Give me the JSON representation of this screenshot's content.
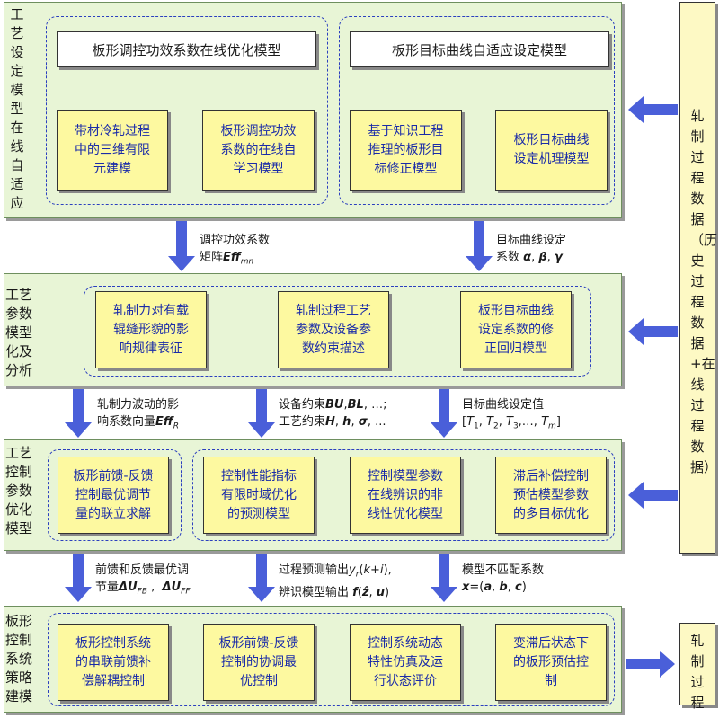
{
  "panels": {
    "panel1": {
      "label": "工艺设定模型在线自适应",
      "header_left": "板形调控功效系数在线优化模型",
      "header_right": "板形目标曲线自适应设定模型",
      "box1": "带材冷轧过程\n中的三维有限\n元建模",
      "box2": "板形调控功效\n系数的在线自\n学习模型",
      "box3": "基于知识工程\n推理的板形目\n标修正模型",
      "box4": "板形目标曲线\n设定机理模型"
    },
    "panel2": {
      "label": "工艺\n参数模型\n化及\n分析",
      "box1": "轧制力对有载\n辊缝形貌的影\n响规律表征",
      "box2": "轧制过程工艺\n参数及设备参\n数约束描述",
      "box3": "板形目标曲线\n设定系数的修\n正回归模型"
    },
    "panel3": {
      "label": "工艺\n控制\n参数\n优化\n模型",
      "box1": "板形前馈-反馈\n控制最优调节\n量的联立求解",
      "box2": "控制性能指标\n有限时域优化\n的预测模型",
      "box3": "控制模型参数\n在线辨识的非\n线性优化模型",
      "box4": "滞后补偿控制\n预估模型参数\n的多目标优化"
    },
    "panel4": {
      "label": "板形\n控制\n系统\n策略\n建模",
      "box1": "板形控制系统\n的串联前馈补\n偿解耦控制",
      "box2": "板形前馈-反馈\n控制的协调最\n优控制",
      "box3": "控制系统动态\n特性仿真及运\n行状态评价",
      "box4": "变滞后状态下\n的板形预估控\n制"
    }
  },
  "side": {
    "data_box": "轧制过程数据（历史过程数据+在线过程数据）",
    "output_box": "轧制过程"
  },
  "annotations": {
    "a1": [
      "调控功效系数",
      "矩阵Effmn"
    ],
    "a2": [
      "目标曲线设定",
      "系数 α, β, γ"
    ],
    "a3": [
      "轧制力波动的影",
      "响系数向量EffR"
    ],
    "a4": [
      "设备约束BU,BL, …;",
      "工艺约束H, h, σ, ..."
    ],
    "a5": [
      "目标曲线设定值",
      "[T1, T2, T3,…, Tm]"
    ],
    "a6": [
      "前馈和反馈最优调",
      "节量ΔUFB , ΔUFF"
    ],
    "a7": [
      "过程预测输出yr(k+i),",
      "辨识模型输出 f(ẑ, u)"
    ],
    "a8": [
      "模型不匹配系数",
      "x=(a, b, c)"
    ]
  },
  "colors": {
    "panel_bg": "#e8f5d6",
    "box_yellow": "#fdf9a0",
    "arrow_blue": "#4a5fd9",
    "text_blue": "#1a2ba8",
    "dash_blue": "#2b3fbf"
  }
}
